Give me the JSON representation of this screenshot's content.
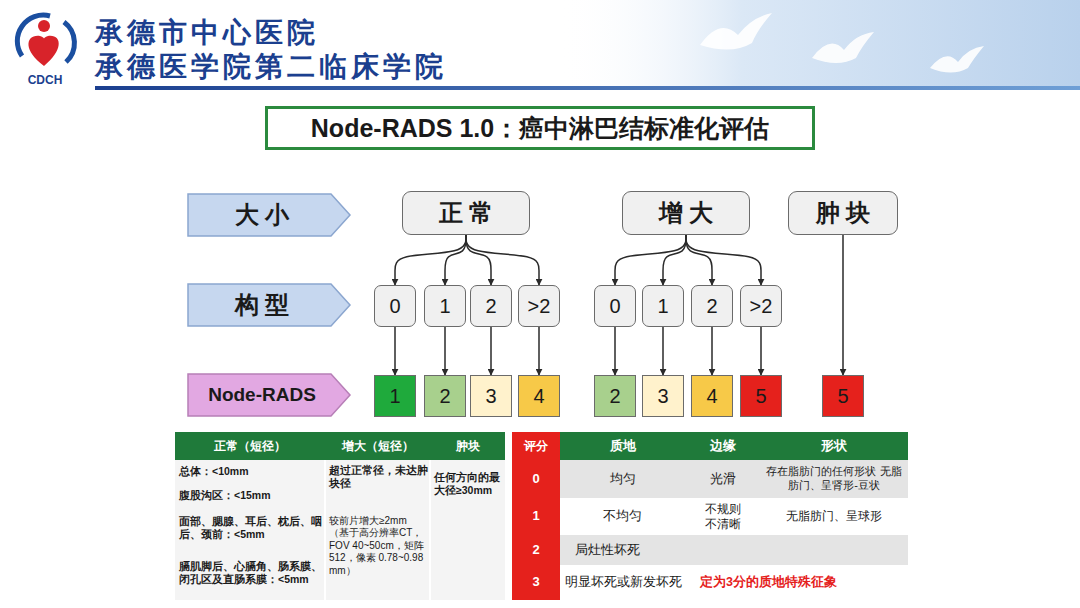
{
  "diagram": {
    "title": "Node-RADS 1.0：癌中淋巴结标准化评估",
    "nodes": [
      {
        "text": [
          "大 小"
        ]
      },
      {
        "text": [
          "正 常"
        ]
      },
      {
        "text": [
          "增 大"
        ]
      },
      {
        "text": [
          "肿 块"
        ]
      },
      {
        "text": [
          "构 型"
        ]
      },
      {
        "text": [
          "0"
        ]
      },
      {
        "text": [
          "1"
        ]
      },
      {
        "text": [
          "2"
        ]
      },
      {
        "text": [
          ">2"
        ]
      },
      {
        "text": [
          "0"
        ]
      },
      {
        "text": [
          "1"
        ]
      },
      {
        "text": [
          "2"
        ]
      },
      {
        "text": [
          ">2"
        ]
      },
      {
        "text": [
          "Node-RADS"
        ]
      },
      {
        "text": [
          "1"
        ]
      },
      {
        "text": [
          "2"
        ]
      },
      {
        "text": [
          "3"
        ]
      },
      {
        "text": [
          "4"
        ]
      },
      {
        "text": [
          "2"
        ]
      },
      {
        "text": [
          "3"
        ]
      },
      {
        "text": [
          "4"
        ]
      },
      {
        "text": [
          "5"
        ]
      },
      {
        "text": [
          "5"
        ]
      }
    ],
    "edges": [
      {
        "from": 1,
        "to": 5,
        "arrow": "to"
      },
      {
        "from": 1,
        "to": 6,
        "arrow": "to"
      },
      {
        "from": 1,
        "to": 7,
        "arrow": "to"
      },
      {
        "from": 1,
        "to": 8,
        "arrow": "to"
      },
      {
        "from": 2,
        "to": 9,
        "arrow": "to"
      },
      {
        "from": 2,
        "to": 10,
        "arrow": "to"
      },
      {
        "from": 2,
        "to": 11,
        "arrow": "to"
      },
      {
        "from": 2,
        "to": 12,
        "arrow": "to"
      },
      {
        "from": 5,
        "to": 14,
        "arrow": "to"
      },
      {
        "from": 6,
        "to": 15,
        "arrow": "to"
      },
      {
        "from": 7,
        "to": 16,
        "arrow": "to"
      },
      {
        "from": 8,
        "to": 17,
        "arrow": "to"
      },
      {
        "from": 9,
        "to": 18,
        "arrow": "to"
      },
      {
        "from": 10,
        "to": 19,
        "arrow": "to"
      },
      {
        "from": 11,
        "to": 20,
        "arrow": "to"
      },
      {
        "from": 12,
        "to": 21,
        "arrow": "to"
      },
      {
        "from": 3,
        "to": 22,
        "arrow": "to"
      }
    ],
    "labels": [
      "承德市中心医院",
      "承德医学院第二临床学院",
      "CDCH",
      "正常（短径）",
      "增大（短径）",
      "肿块",
      "总体：<10mm",
      "腹股沟区：<15mm",
      "面部、腮腺、耳后、枕后、咽后、颈前：<5mm",
      "膈肌脚后、心膈角、肠系膜、闭孔区及直肠系膜：<5mm",
      "超过正常径，未达肿块径",
      "较前片增大≥2mm （基于高分辨率CT，FOV 40~50cm，矩阵512，像素 0.78~0.98mm）",
      "任何方向的最大径≥30mm",
      "评分",
      "质地",
      "边缘",
      "形状",
      "0",
      "均匀",
      "光滑",
      "存在脂肪门的任何形状 无脂肪门、呈肾形-豆状",
      "1",
      "不均匀",
      "不规则 不清晰",
      "无脂肪门、呈球形",
      "2",
      "局灶性坏死",
      "3",
      "明显坏死或新发坏死",
      "定为3分的质地特殊征象"
    ]
  }
}
